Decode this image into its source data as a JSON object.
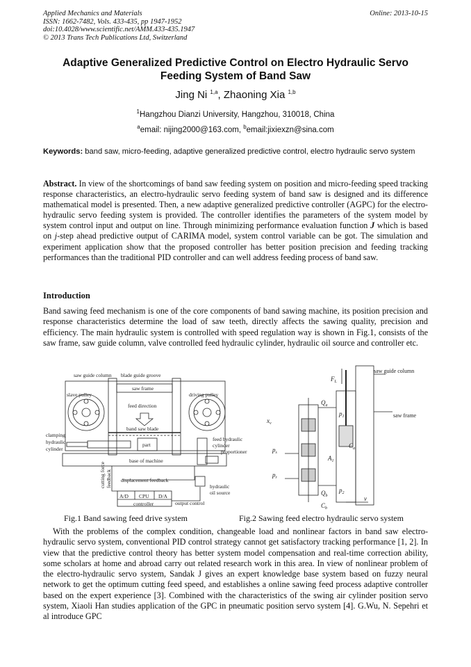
{
  "header": {
    "journal": "Applied Mechanics and Materials",
    "issn": "ISSN: 1662-7482, Vols. 433-435, pp 1947-1952",
    "doi": "doi:10.4028/www.scientific.net/AMM.433-435.1947",
    "copyright": "© 2013 Trans Tech Publications Ltd, Switzerland",
    "online": "Online: 2013-10-15"
  },
  "title_line1": "Adaptive Generalized Predictive Control on Electro Hydraulic Servo",
  "title_line2": "Feeding System of Band Saw",
  "authors": {
    "a1": "Jing Ni",
    "a1_sup": "1,a",
    "sep": ", ",
    "a2": "Zhaoning Xia",
    "a2_sup": "1,b"
  },
  "affiliation": {
    "sup": "1",
    "text": "Hangzhou Dianzi University, Hangzhou, 310018, China"
  },
  "emails": {
    "a_sup": "a",
    "a": "email: nijing2000@163.com, ",
    "b_sup": "b",
    "b": "email:jixiexzn@sina.com"
  },
  "keywords": {
    "label": "Keywords:",
    "text": " band saw, micro-feeding, adaptive generalized predictive control, electro hydraulic servo system"
  },
  "abstract": {
    "label": "Abstract.",
    "t1": " In view of the shortcomings of band saw feeding system on position and micro-feeding speed tracking response characteristics, an electro-hydraulic servo feeding system of band saw is designed and its difference mathematical model is presented. Then, a new adaptive generalized predictive controller (AGPC) for the electro-hydraulic servo feeding system is provided. The controller identifies the parameters of the system model by system control input and output on line. Through minimizing performance evaluation function ",
    "J": "J",
    "t2": " which is based on ",
    "j": "j",
    "t3": "-step ahead predictive output of CARIMA model, system control variable can be got. The simulation and experiment application show that the proposed controller has better position precision and feeding tracking performances than the traditional PID controller and can well address feeding process of band saw."
  },
  "intro_heading": "Introduction",
  "intro_p1": "Band sawing feed mechanism is one of the core components of band sawing machine, its position precision and response characteristics determine the load of saw teeth, directly affects the sawing quality, precision and efficiency. The main hydraulic system is controlled with speed regulation way is shown in Fig.1, consists of the saw frame, saw guide column, valve controlled feed hydraulic cylinder, hydraulic oil source and controller etc.",
  "fig1": {
    "caption": "Fig.1  Band sawing feed drive system",
    "labels": {
      "saw_guide_column": "saw guide column",
      "blade_guide_groove": "blade guide groove",
      "saw_frame": "saw frame",
      "slave_pulley": "slave pulley",
      "driving_pulley": "driving pulley",
      "feed_direction": "feed direction",
      "band_saw_blade": "band saw blade",
      "clamping1": "clamping",
      "clamping2": "hydraulic",
      "clamping3": "cylinder",
      "part": "part",
      "feed_hyd1": "feed hydraulic",
      "feed_hyd2": "cylinder",
      "proportioner": "proportioner",
      "base": "base of machine",
      "cutting1": "cutting force",
      "cutting2": "feedback",
      "disp_fb": "displacement feedback",
      "ad": "A/D",
      "cpu": "CPU",
      "da": "D/A",
      "controller": "controller",
      "hyd1": "hydraulic",
      "hyd2": "oil source",
      "output_control": "output control"
    }
  },
  "fig2": {
    "caption": "Fig.2  Sawing feed electro hydraulic servo system",
    "labels": {
      "saw_guide_column": "saw guide column",
      "saw_frame": "saw frame",
      "fl": "F",
      "fl_sub": "L",
      "xv": "x",
      "xv_sub": "v",
      "qa": "Q",
      "qa_sub": "a",
      "ps": "p",
      "ps_sub": "s",
      "pr": "p",
      "pr_sub": "r",
      "qb": "Q",
      "qb_sub": "b",
      "ca": "C",
      "ca_sub": "a",
      "cb": "C",
      "cb_sub": "b",
      "p1": "p",
      "p1_sub": "1",
      "p2": "p",
      "p2_sub": "2",
      "a1": "A",
      "a1_sub": "1",
      "v": "v"
    }
  },
  "intro_p2": "With the problems of the complex condition, changeable load and nonlinear factors in band saw electro-hydraulic servo system, conventional PID control strategy cannot get satisfactory tracking performance [1, 2]. In view that the predictive control theory has better system model compensation and real-time correction ability, some scholars at home and abroad carry out related research work in this area. In view of nonlinear problem of the electro-hydraulic servo system, Sandak J gives an expert knowledge base system based on fuzzy neural network to get the optimum cutting feed speed, and establishes a online sawing feed process adaptive controller based on the expert experience [3]. Combined with the characteristics of the swing air cylinder position servo system, Xiaoli Han studies application of the GPC in pneumatic position servo system [4]. G.Wu, N. Sepehri et al introduce GPC"
}
